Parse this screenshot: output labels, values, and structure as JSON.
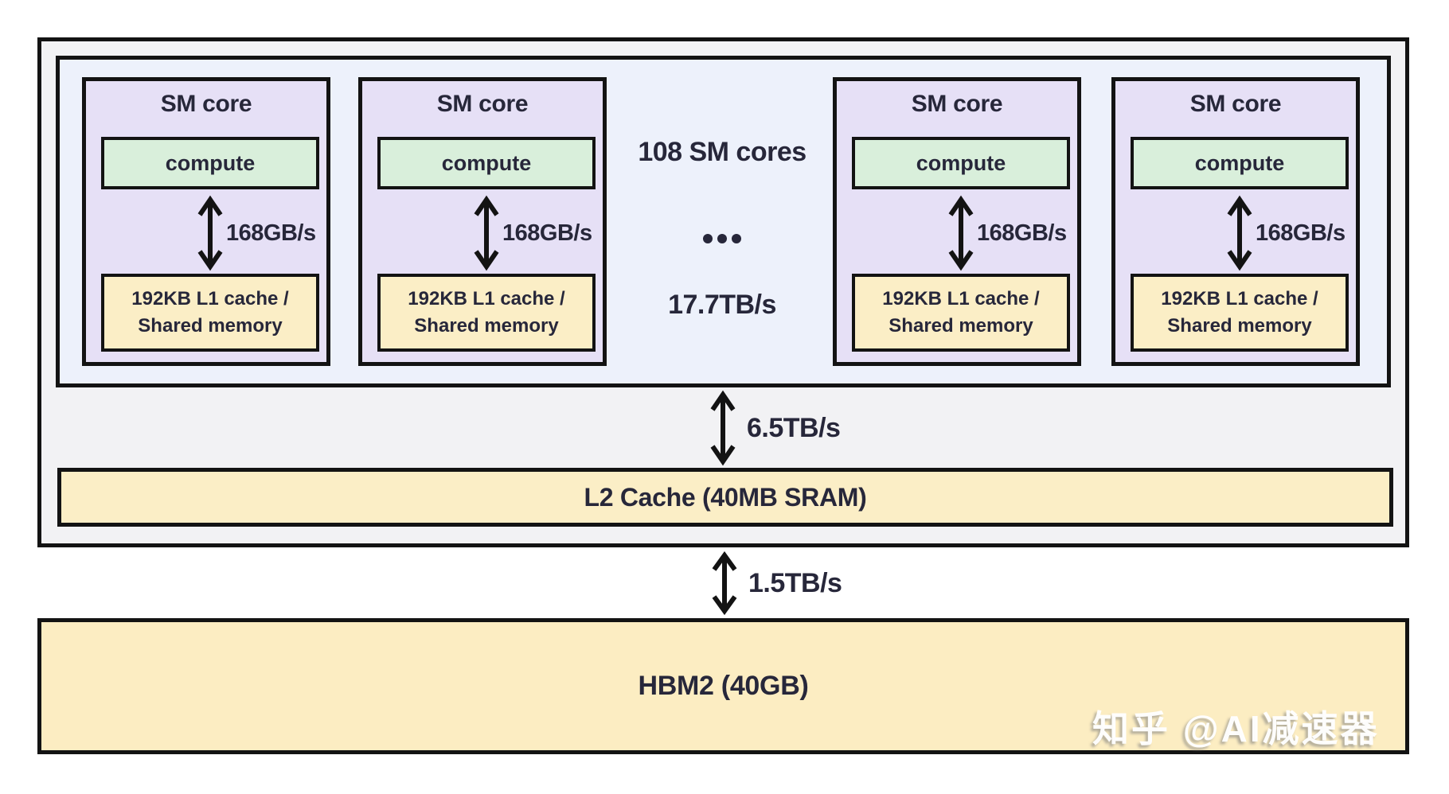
{
  "gpu": {
    "sm_cluster": {
      "count_label": "108 SM cores",
      "ellipsis": "...",
      "aggregate_bandwidth": "17.7TB/s",
      "cores": [
        {
          "title": "SM core",
          "compute_label": "compute",
          "bandwidth": "168GB/s",
          "l1_line1": "192KB L1 cache /",
          "l1_line2": "Shared memory"
        },
        {
          "title": "SM core",
          "compute_label": "compute",
          "bandwidth": "168GB/s",
          "l1_line1": "192KB L1 cache /",
          "l1_line2": "Shared memory"
        },
        {
          "title": "SM core",
          "compute_label": "compute",
          "bandwidth": "168GB/s",
          "l1_line1": "192KB L1 cache /",
          "l1_line2": "Shared memory"
        },
        {
          "title": "SM core",
          "compute_label": "compute",
          "bandwidth": "168GB/s",
          "l1_line1": "192KB L1 cache /",
          "l1_line2": "Shared memory"
        }
      ]
    },
    "l2_cache": {
      "label": "L2 Cache (40MB SRAM)"
    },
    "sm_to_l2_bandwidth": "6.5TB/s",
    "hbm": {
      "label": "HBM2 (40GB)"
    },
    "l2_to_hbm_bandwidth": "1.5TB/s"
  },
  "watermark": "知乎 @AI减速器",
  "colors": {
    "chip_fill": "#f2f2f4",
    "sm_container_fill": "#edf1fb",
    "sm_core_fill": "#e6e0f6",
    "compute_fill": "#d9efdb",
    "cache_fill": "#fbeec6",
    "hbm_fill": "#fcedc2",
    "border": "#131313",
    "text": "#27273a"
  }
}
